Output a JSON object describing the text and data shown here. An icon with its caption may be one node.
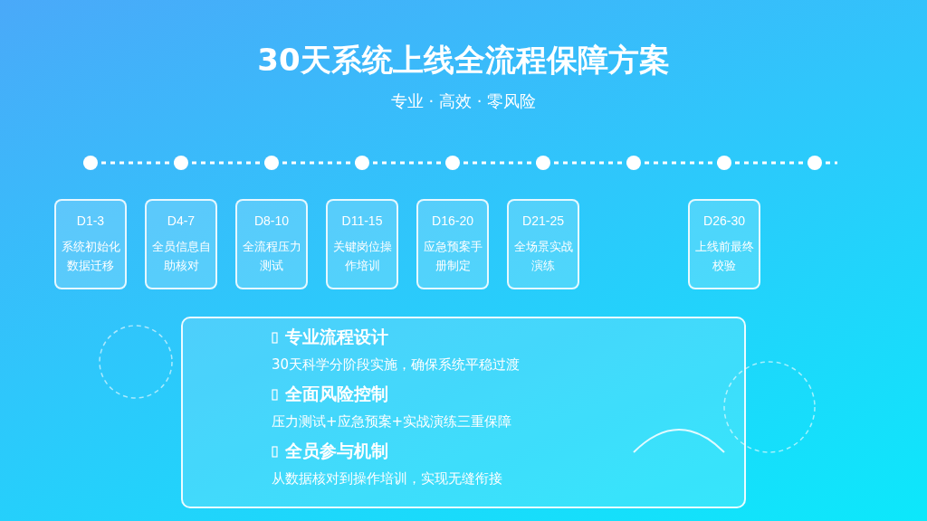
{
  "diagram": {
    "title": "30天系统上线全流程保障方案",
    "nodes": [
      {
        "text": [
          "D1-3",
          "系统初始化数据迁移"
        ]
      },
      {
        "text": [
          "D4-7",
          "全员信息自助核对"
        ]
      },
      {
        "text": [
          "D8-10",
          "全流程压力测试"
        ]
      },
      {
        "text": [
          "D11-15",
          "关键岗位操作培训"
        ]
      },
      {
        "text": [
          "D16-20",
          "应急预案手册制定"
        ]
      },
      {
        "text": [
          "D21-25",
          "全场景实战演练"
        ]
      },
      {
        "text": [
          "D26-30",
          "上线前最终校验"
        ]
      },
      {
        "text": [
          "专业流程设计",
          "30天科学分阶段实施，确保系统平稳过渡",
          "全面风险控制",
          "压力测试+应急预案+实战演练三重保障",
          "全员参与机制",
          "从数据核对到操作培训，实现无缝衔接"
        ]
      }
    ],
    "labels": [
      "专业 · 高效 · 零风险"
    ]
  }
}
